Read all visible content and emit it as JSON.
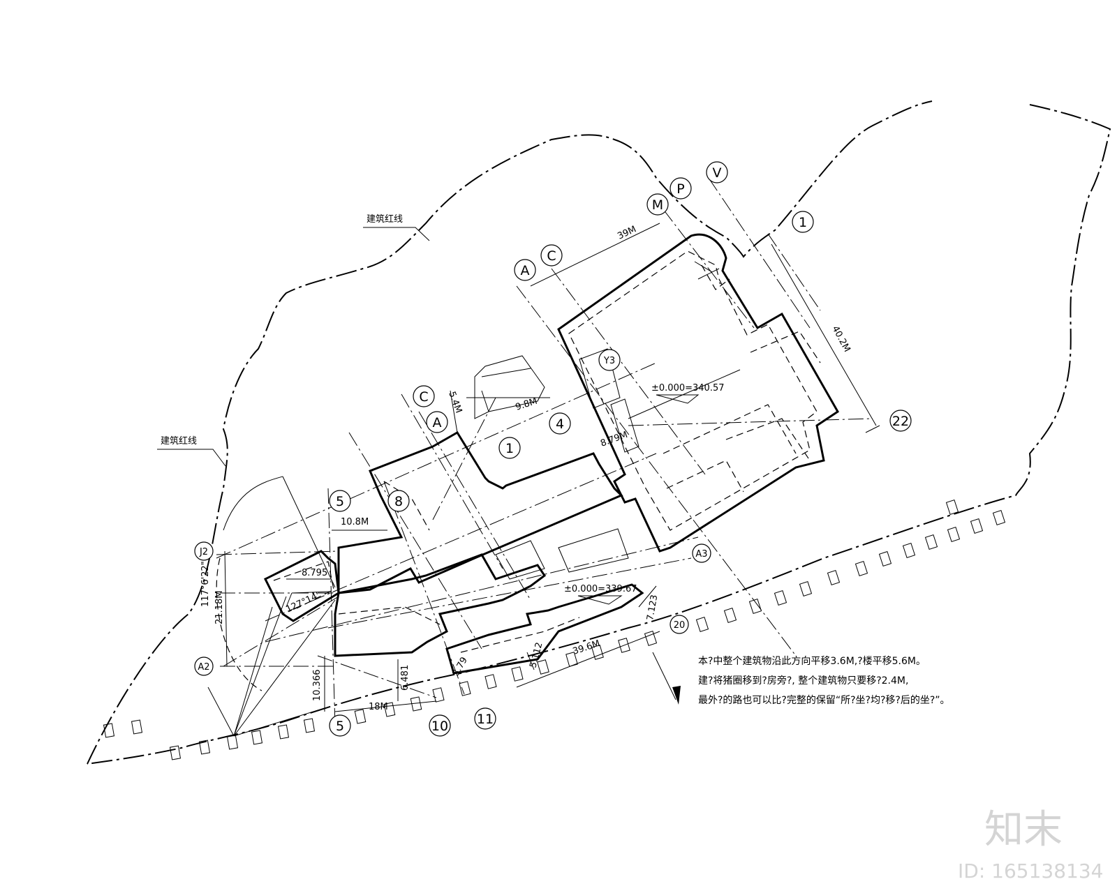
{
  "labels": {
    "red_line_top": "建筑红线",
    "red_line_left": "建筑红线",
    "elevation_main": "±0.000=340.57",
    "elevation_lower": "±0.000=339.67"
  },
  "dimensions": {
    "d39m": "39M",
    "d40_2m": "40.2M",
    "d9_8m": "9.8M",
    "d5_4m": "5.4M",
    "d8_79m": "8.79M",
    "d10_8m": "10.8M",
    "d8_795": "8.795",
    "d117": "117°6'22\"",
    "d21": "21.18M",
    "d10_366": "10.366",
    "d18m": "18M",
    "d6_481": "6.481",
    "d3_79": "3.79",
    "d5_112": "5.112",
    "d39_6m": "39.6M",
    "d7_123": "7.123",
    "d_angle": "127°14'"
  },
  "grid_labels": {
    "V": "V",
    "P": "P",
    "M": "M",
    "A_top": "A",
    "C_top": "C",
    "one_top": "1",
    "Y3": "Y3",
    "twentytwo": "22",
    "C_mid": "C",
    "A_mid": "A",
    "one_mid": "1",
    "four": "4",
    "five_up": "5",
    "eight": "8",
    "J2": "J2",
    "A2": "A2",
    "A3": "A3",
    "twenty": "20",
    "five_low": "5",
    "ten": "10",
    "eleven": "11"
  },
  "note": {
    "line1": "本?中整个建筑物沿此方向平移3.6M,?楼平移5.6M。",
    "line2": "建?将猪圈移到?房旁?, 整个建筑物只要移?2.4M,",
    "line3": "最外?的路也可以比?完整的保留“所?坐?均?移?后的坐?”。"
  },
  "watermark": {
    "logo": "知末",
    "id": "ID: 165138134"
  }
}
